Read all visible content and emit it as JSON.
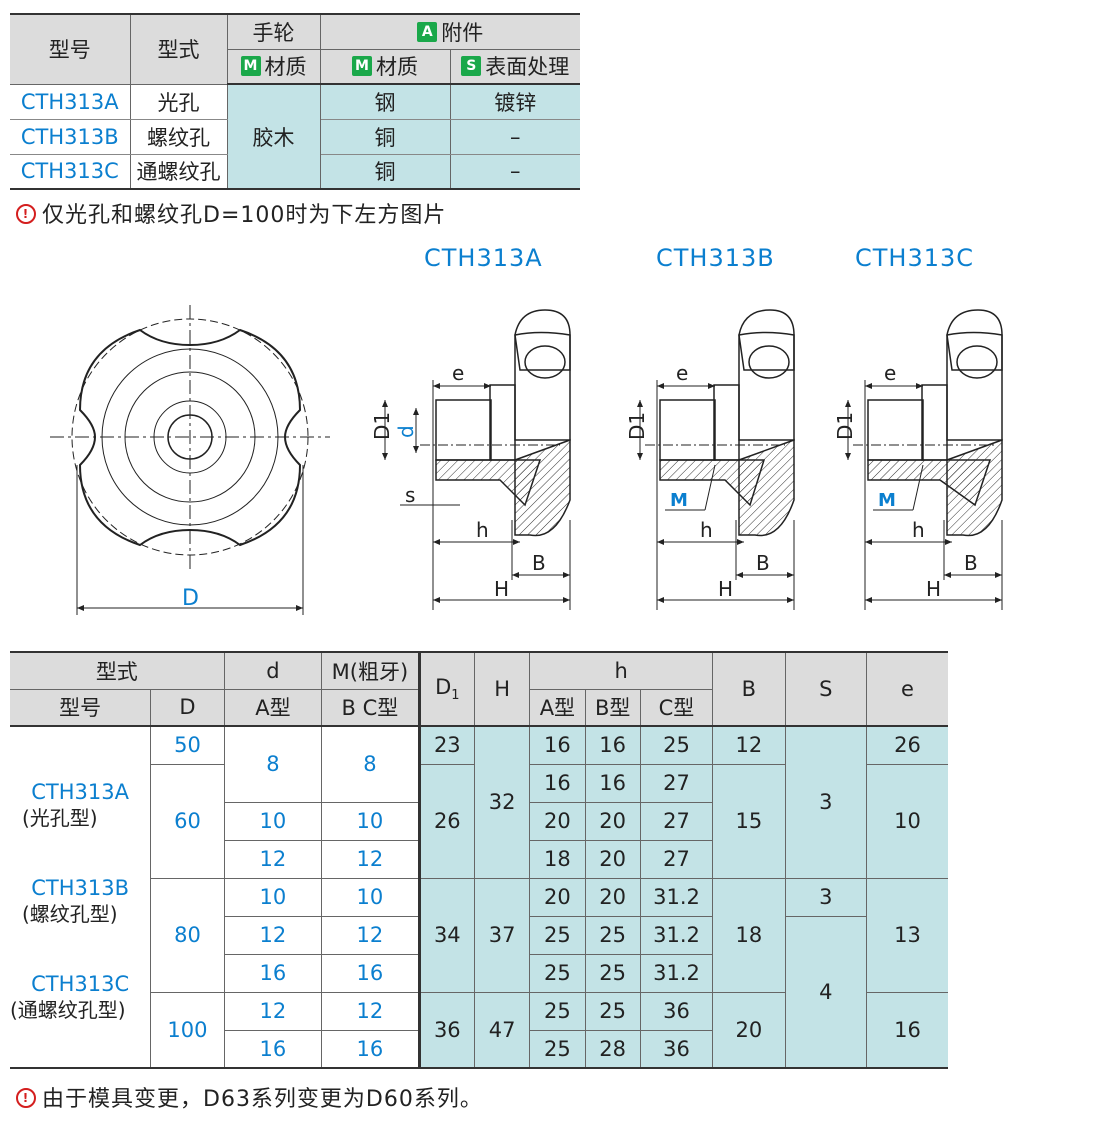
{
  "top_table": {
    "h_model": "型号",
    "h_type": "型式",
    "h_wheel": "手轮",
    "h_accessory": "附件",
    "badge_a": "A",
    "badge_m": "M",
    "badge_s": "S",
    "h_material": "材质",
    "h_material2": "材质",
    "h_surface": "表面处理",
    "rows": [
      {
        "model": "CTH313A",
        "type": "光孔",
        "acc_material": "钢",
        "surface": "镀锌"
      },
      {
        "model": "CTH313B",
        "type": "螺纹孔",
        "acc_material": "铜",
        "surface": "–"
      },
      {
        "model": "CTH313C",
        "type": "通螺纹孔",
        "acc_material": "铜",
        "surface": "–"
      }
    ],
    "wheel_material": "胶木"
  },
  "note1": "仅光孔和螺纹孔D=100时为下左方图片",
  "note_icon": "warning-icon",
  "drawings": {
    "title_a": "CTH313A",
    "title_b": "CTH313B",
    "title_c": "CTH313C",
    "label_D": "D",
    "label_e": "e",
    "label_D1": "D1",
    "label_d": "d",
    "label_s": "s",
    "label_h": "h",
    "label_B": "B",
    "label_H": "H",
    "label_M": "M"
  },
  "bottom_table": {
    "h_type": "型式",
    "h_model": "型号",
    "h_D": "D",
    "h_d": "d",
    "h_d_sub": "A型",
    "h_M": "M(粗牙)",
    "h_M_sub": "B  C型",
    "h_D1": "D",
    "h_D1_sub": "1",
    "h_H": "H",
    "h_h": "h",
    "h_hA": "A型",
    "h_hB": "B型",
    "h_hC": "C型",
    "h_B": "B",
    "h_S": "S",
    "h_e": "e",
    "models": [
      "CTH313A",
      "(光孔型)",
      "CTH313B",
      "(螺纹孔型)",
      "CTH313C",
      "(通螺纹孔型)"
    ],
    "D": [
      "50",
      "60",
      "80",
      "100"
    ],
    "d": [
      "8",
      "10",
      "12",
      "10",
      "12",
      "16",
      "12",
      "16"
    ],
    "M": [
      "8",
      "10",
      "12",
      "10",
      "12",
      "16",
      "12",
      "16"
    ],
    "D1": [
      "23",
      "26",
      "34",
      "36"
    ],
    "H": [
      "32",
      "37",
      "47"
    ],
    "hA": [
      "16",
      "16",
      "20",
      "18",
      "20",
      "25",
      "25",
      "25",
      "25"
    ],
    "hB": [
      "16",
      "16",
      "20",
      "20",
      "20",
      "25",
      "25",
      "25",
      "28"
    ],
    "hC": [
      "25",
      "27",
      "27",
      "27",
      "31.2",
      "31.2",
      "31.2",
      "36",
      "36"
    ],
    "B": [
      "12",
      "15",
      "18",
      "20"
    ],
    "S": [
      "3",
      "3",
      "4"
    ],
    "e": [
      "26",
      "10",
      "13",
      "16"
    ]
  },
  "note2": "由于模具变更，D63系列变更为D60系列。"
}
